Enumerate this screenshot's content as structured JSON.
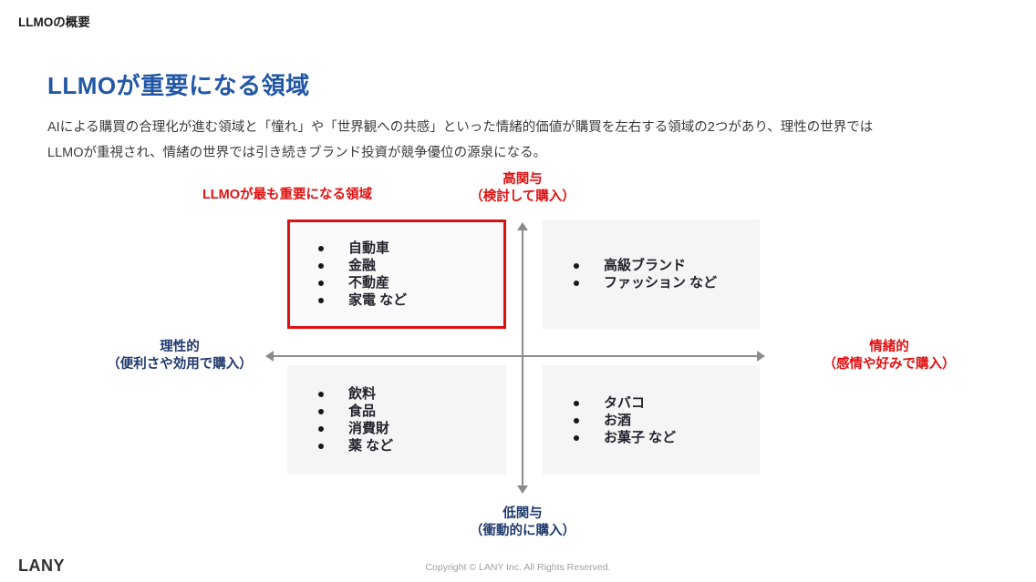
{
  "slide": {
    "eyebrow": "LLMOの概要",
    "title": "LLMOが重要になる領域",
    "description": [
      "AIによる購買の合理化が進む領域と「憧れ」や「世界観への共感」といった情緒的価値が購買を左右する領域の2つがあり、理性の世界では",
      "LLMOが重視され、情緒の世界では引き続きブランド投資が競争優位の源泉になる。"
    ]
  },
  "matrix": {
    "highlight_label": "LLMOが最も重要になる領域",
    "axis_labels": {
      "top": {
        "line1": "高関与",
        "line2": "（検討して購入）"
      },
      "bottom": {
        "line1": "低関与",
        "line2": "（衝動的に購入）"
      },
      "left": {
        "line1": "理性的",
        "line2": "（便利さや効用で購入）"
      },
      "right": {
        "line1": "情緒的",
        "line2": "（感情や好みで購入）"
      }
    },
    "quadrants": {
      "top_left": {
        "highlighted": true,
        "items": [
          "自動車",
          "金融",
          "不動産",
          "家電 など"
        ]
      },
      "top_right": {
        "highlighted": false,
        "items": [
          "高級ブランド",
          "ファッション など"
        ]
      },
      "bottom_left": {
        "highlighted": false,
        "items": [
          "飲料",
          "食品",
          "消費財",
          "薬 など"
        ]
      },
      "bottom_right": {
        "highlighted": false,
        "items": [
          "タバコ",
          "お酒",
          "お菓子 など"
        ]
      }
    }
  },
  "footer": {
    "logo": "LANY",
    "copyright": "Copyright © LANY Inc. All Rights Reserved."
  },
  "colors": {
    "title_blue": "#2257a5",
    "axis_navy": "#203a6e",
    "accent_red": "#df1010",
    "quadrant_bg": "#f5f5f5",
    "arrow_gray": "#8c8c8c"
  }
}
